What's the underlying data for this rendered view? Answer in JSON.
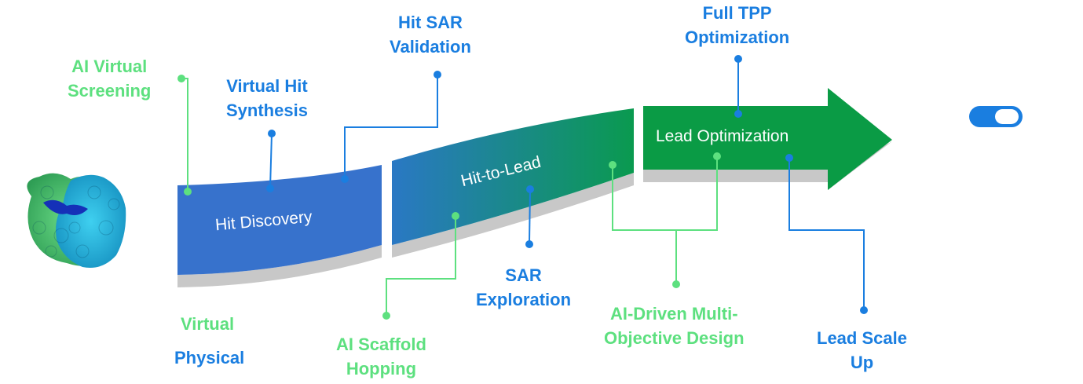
{
  "stages": {
    "hit_discovery": "Hit Discovery",
    "hit_to_lead": "Hit-to-Lead",
    "lead_optimization": "Lead Optimization"
  },
  "labels": {
    "ai_virtual_screening": [
      "AI Virtual",
      "Screening"
    ],
    "virtual_hit_synthesis": [
      "Virtual Hit",
      "Synthesis"
    ],
    "hit_sar_validation": [
      "Hit SAR",
      "Validation"
    ],
    "full_tpp_optimization": [
      "Full TPP",
      "Optimization"
    ],
    "virtual": "Virtual",
    "physical": "Physical",
    "ai_scaffold_hopping": [
      "AI Scaffold",
      "Hopping"
    ],
    "sar_exploration": [
      "SAR",
      "Exploration"
    ],
    "ai_driven_design": [
      "AI-Driven Multi-",
      "Objective Design"
    ],
    "lead_scale_up": [
      "Lead Scale",
      "Up"
    ]
  },
  "colors": {
    "green": "#5de07f",
    "blue": "#1a7ee0",
    "stage1": "#3772cc",
    "stage2_start": "#2a78c4",
    "stage2_end": "#0a9a4f",
    "stage3": "#0a9b45",
    "shadow": "#c8c8c8"
  },
  "icons": {
    "protein": "protein-structure-icon",
    "toggle": "toggle-switch-icon"
  }
}
